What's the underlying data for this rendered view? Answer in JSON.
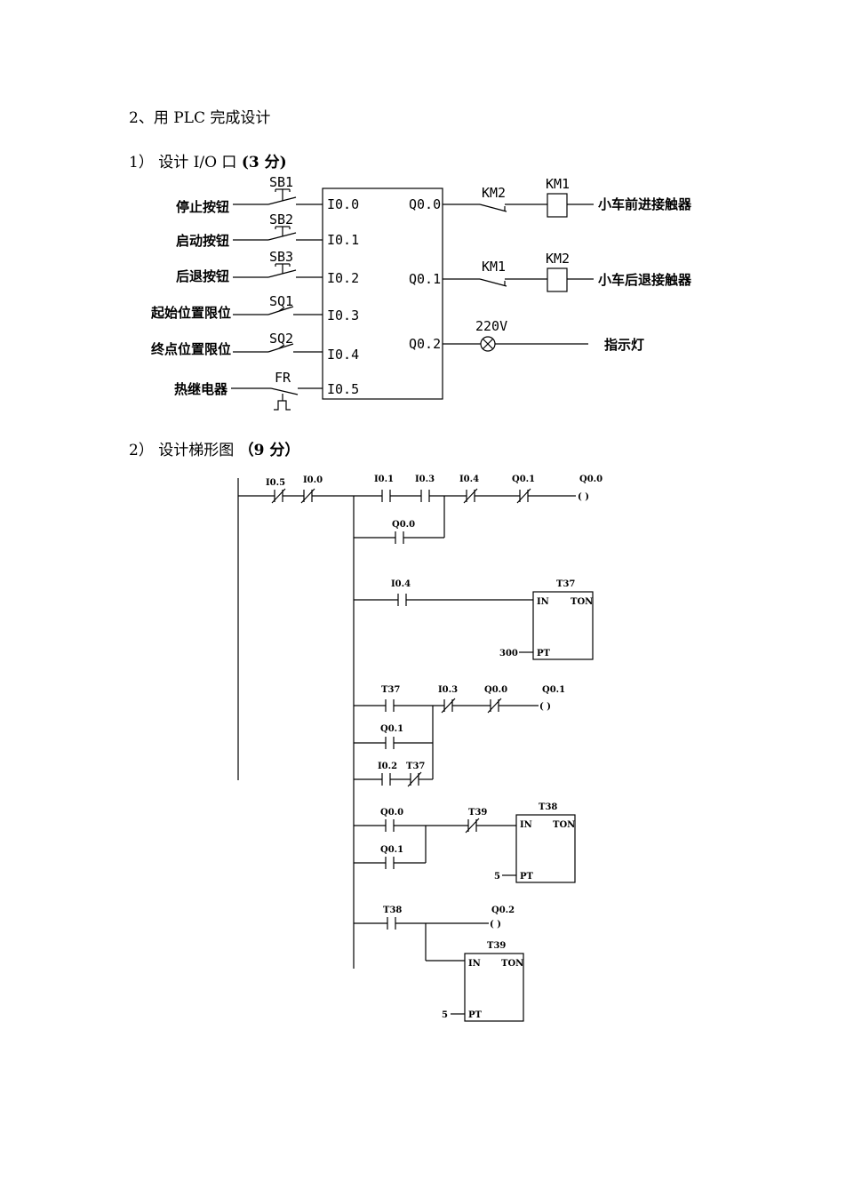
{
  "headings": {
    "main": "2、用 PLC 完成设计",
    "io_prefix": "1） 设计 I/O 口 ",
    "io_points": "(3 分)",
    "ladder_prefix": "2） 设计梯形图 ",
    "ladder_points": "（9 分）"
  },
  "io": {
    "inputs": [
      {
        "device": "停止按钮",
        "switch": "SB1",
        "addr": "I0.0"
      },
      {
        "device": "启动按钮",
        "switch": "SB2",
        "addr": "I0.1"
      },
      {
        "device": "后退按钮",
        "switch": "SB3",
        "addr": "I0.2"
      },
      {
        "device": "起始位置限位",
        "switch": "SQ1",
        "addr": "I0.3"
      },
      {
        "device": "终点位置限位",
        "switch": "SQ2",
        "addr": "I0.4"
      },
      {
        "device": "热继电器",
        "switch": "FR",
        "addr": "I0.5"
      }
    ],
    "outputs": [
      {
        "addr": "Q0.0",
        "interlock": "KM2",
        "coil": "KM1",
        "device": "小车前进接触器"
      },
      {
        "addr": "Q0.1",
        "interlock": "KM1",
        "coil": "KM2",
        "device": "小车后退接触器"
      },
      {
        "addr": "Q0.2",
        "supply": "220V",
        "device": "指示灯"
      }
    ]
  },
  "ladder": {
    "r1": {
      "c1": "I0.5",
      "c2": "I0.0",
      "c3": "I0.1",
      "c4": "I0.3",
      "c5": "I0.4",
      "c6": "Q0.1",
      "coil": "Q0.0",
      "hold": "Q0.0"
    },
    "r2": {
      "c1": "I0.4",
      "timer": "T37",
      "in": "IN",
      "type": "TON",
      "pt": "PT",
      "preset": "300"
    },
    "r3": {
      "c1": "T37",
      "c2": "I0.3",
      "c3": "Q0.0",
      "coil": "Q0.1",
      "p1": "Q0.1",
      "p2a": "I0.2",
      "p2b": "T37"
    },
    "r4": {
      "c1": "Q0.0",
      "c1b": "Q0.1",
      "c2": "T39",
      "timer": "T38",
      "in": "IN",
      "type": "TON",
      "pt": "PT",
      "preset": "5"
    },
    "r5": {
      "c1": "T38",
      "coil": "Q0.2",
      "timer": "T39",
      "in": "IN",
      "type": "TON",
      "pt": "PT",
      "preset": "5"
    },
    "coil_symbol": "(   )"
  }
}
